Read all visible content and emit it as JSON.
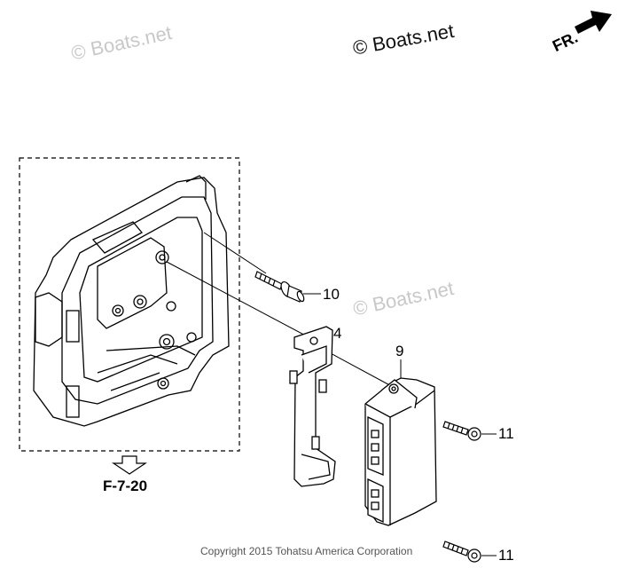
{
  "watermarks": {
    "top_left": "© Boats.net",
    "top_center": "© Boats.net",
    "middle_right": "© Boats.net"
  },
  "direction_label": "FR.",
  "reference": "F-7-20",
  "callouts": {
    "bolt_upper": "10",
    "bracket": "4",
    "module": "9",
    "bolt_module": "11",
    "bolt_lower": "11"
  },
  "copyright": "Copyright 2015 Tohatsu America Corporation"
}
